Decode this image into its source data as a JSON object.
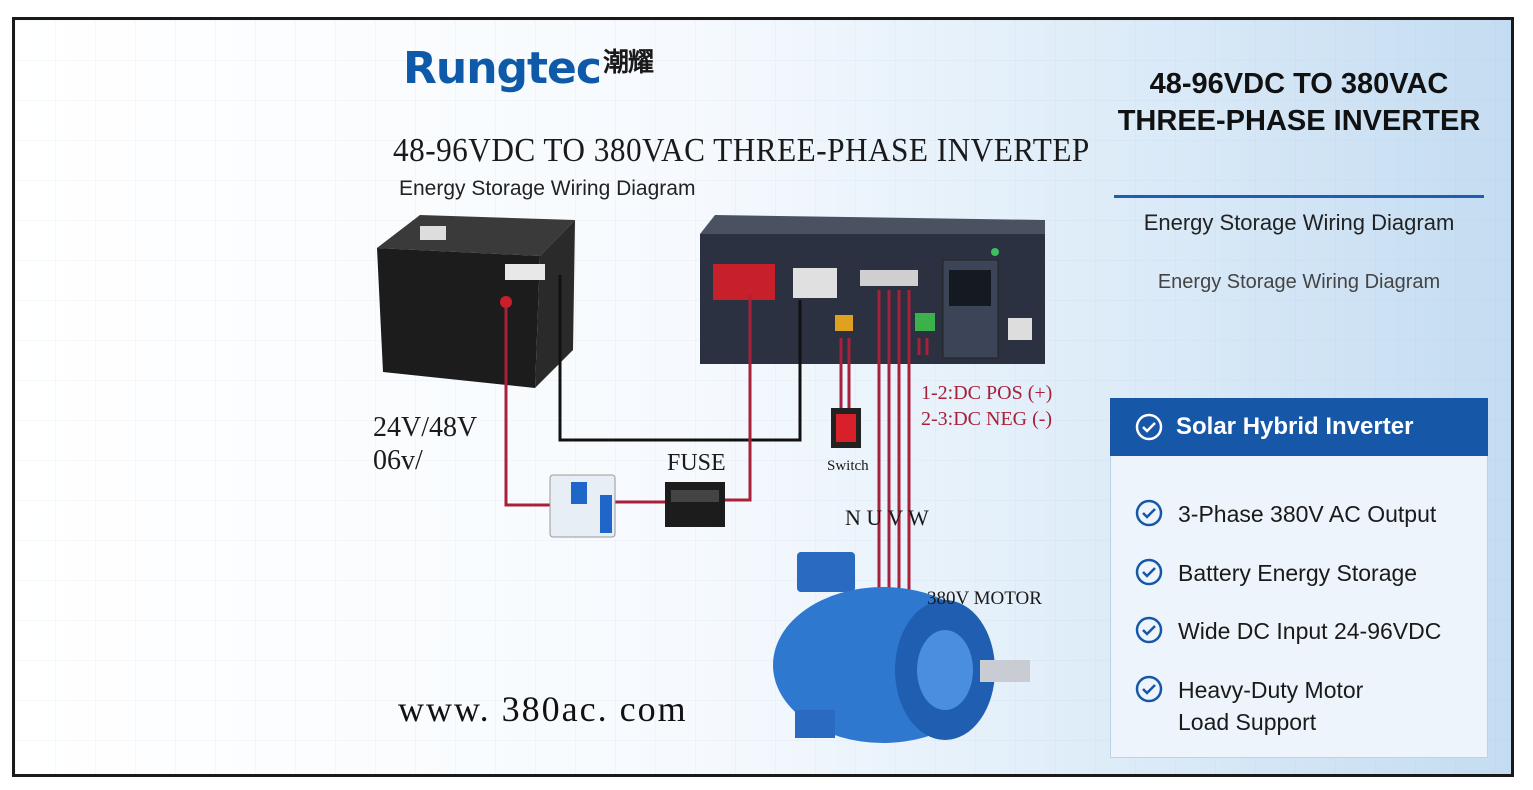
{
  "logo": {
    "brand": "Rungtec",
    "brand_cn": "潮耀"
  },
  "diagram": {
    "title": "48-96VDC TO 380VAC THREE-PHASE INVERTEP",
    "subtitle": "Energy Storage Wiring Diagram",
    "battery_voltage_1": "24V/48V",
    "battery_voltage_2": "06v/",
    "fuse_label": "FUSE",
    "switch_label": "Switch",
    "dc_pos": "1-2:DC POS (+)",
    "dc_neg": "2-3:DC NEG (-)",
    "phase_label": "N U V W",
    "motor_label": "380V MOTOR",
    "website": "www. 380ac. com"
  },
  "panel": {
    "title_line1": "48-96VDC TO 380VAC",
    "title_line2": "THREE-PHASE INVERTER",
    "subtitle": "Energy Storage Wiring Diagram",
    "subtitle2": "Energy Storage Wiring Diagram",
    "box_header": "Solar Hybrid Inverter",
    "features": [
      {
        "line1": "3-Phase 380V AC Output"
      },
      {
        "line1": "Battery Energy Storage"
      },
      {
        "line1": "Wide DC Input 24-96VDC"
      },
      {
        "line1": "Heavy-Duty Motor",
        "line2": "Load Support"
      }
    ]
  },
  "colors": {
    "accent_blue": "#1757a8",
    "wire_red": "#a8203a",
    "motor_blue": "#2f78d0"
  }
}
